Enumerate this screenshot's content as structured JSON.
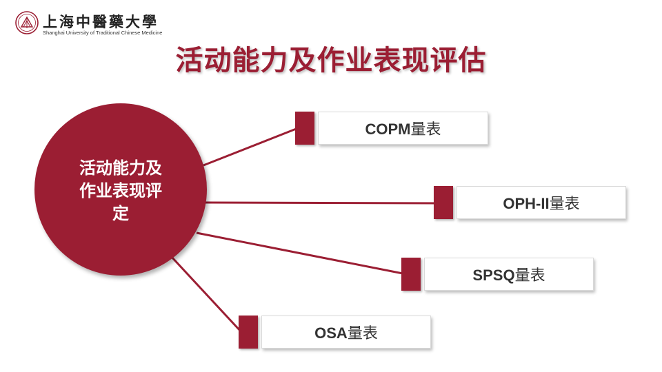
{
  "header": {
    "logo_cn": "上海中醫藥大學",
    "logo_en": "Shanghai University of Traditional Chinese Medicine"
  },
  "slide": {
    "title": "活动能力及作业表现评估",
    "hub": {
      "line1": "活动能力及",
      "line2": "作业表现评",
      "line3": "定"
    },
    "items": [
      {
        "code": "COPM",
        "suffix": "量表"
      },
      {
        "code": "OPH-II",
        "suffix": "量表"
      },
      {
        "code": "SPSQ",
        "suffix": "量表"
      },
      {
        "code": "OSA",
        "suffix": "量表"
      }
    ]
  },
  "colors": {
    "accent": "#9b1e33",
    "text": "#333333",
    "box_border": "#d9d9d9"
  }
}
